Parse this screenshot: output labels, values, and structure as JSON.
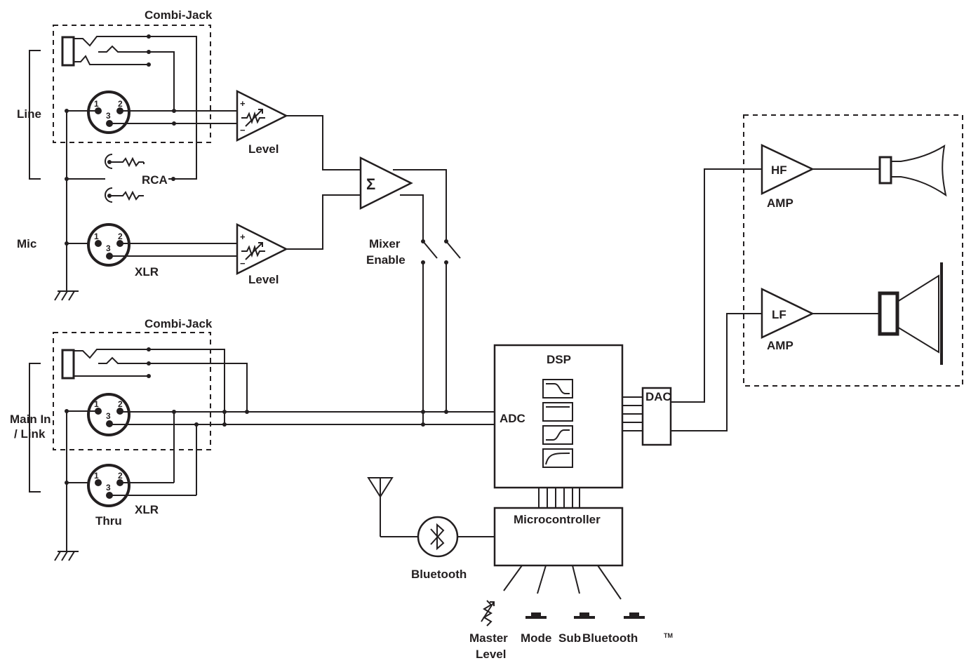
{
  "labels": {
    "combi_jack_top": "Combi-Jack",
    "combi_jack_bottom": "Combi-Jack",
    "line": "Line",
    "rca": "RCA",
    "mic": "Mic",
    "xlr_mic": "XLR",
    "level_1": "Level",
    "level_2": "Level",
    "sum_symbol": "Σ",
    "mixer_enable": [
      "Mixer",
      "Enable"
    ],
    "main_in_link": [
      "Main In",
      "/ Link"
    ],
    "xlr_thru": "XLR",
    "thru": "Thru",
    "dsp": "DSP",
    "adc": "ADC",
    "dac": "DAC",
    "hf": "HF",
    "lf": "LF",
    "amp_hf": "AMP",
    "amp_lf": "AMP",
    "microcontroller": "Microcontroller",
    "bluetooth": "Bluetooth",
    "master_level": [
      "Master",
      "Level"
    ],
    "mode": "Mode",
    "sub": "Sub",
    "bluetooth_button": "Bluetooth",
    "trademark": "TM",
    "pin_1": "1",
    "pin_2": "2",
    "pin_3": "3",
    "plus": "+",
    "minus": "−"
  },
  "icons": {
    "bluetooth": "bluetooth-icon",
    "antenna": "antenna-icon",
    "ground": "ground-icon",
    "speaker": "speaker-icon",
    "horn": "horn-icon"
  }
}
